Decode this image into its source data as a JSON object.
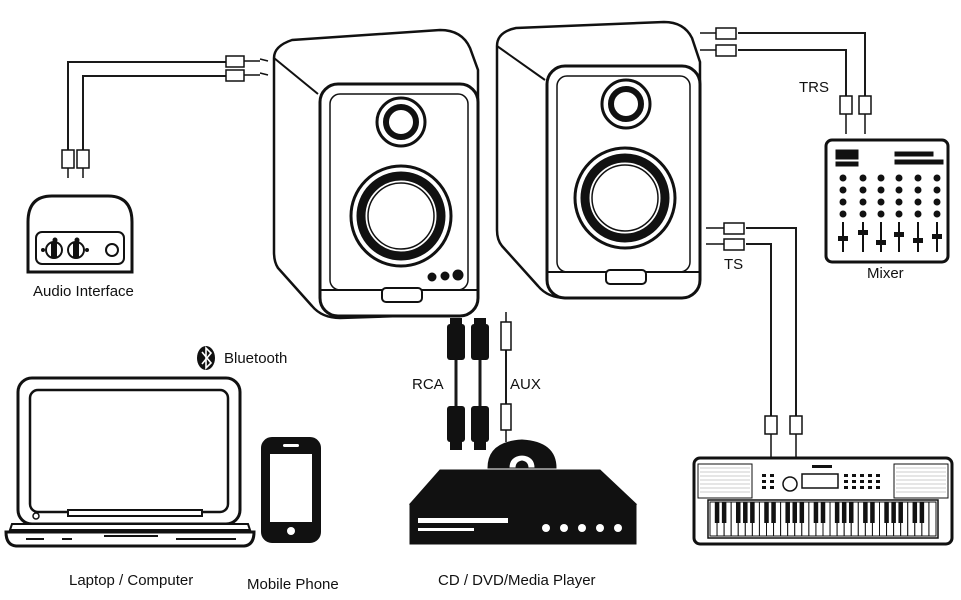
{
  "labels": {
    "audio_interface": "Audio Interface",
    "bluetooth": "Bluetooth",
    "rca": "RCA",
    "aux": "AUX",
    "trs": "TRS",
    "ts": "TS",
    "mixer": "Mixer",
    "laptop": "Laptop / Computer",
    "mobile_phone": "Mobile Phone",
    "media_player": "CD / DVD/Media Player"
  },
  "icons": [
    "speaker-icon",
    "audio-interface-icon",
    "bluetooth-icon",
    "laptop-icon",
    "phone-icon",
    "media-player-icon",
    "cd-disc-icon",
    "mixer-icon",
    "keyboard-icon",
    "plug-icon"
  ],
  "colors": {
    "line": "#111111",
    "fill": "#ffffff",
    "cable": "#1a1a1a"
  }
}
